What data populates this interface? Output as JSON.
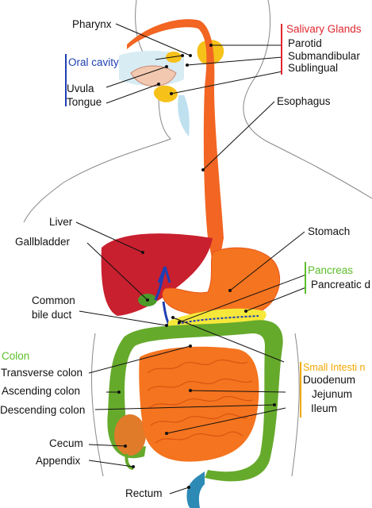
{
  "labels": {
    "pharynx": "Pharynx",
    "oral_cavity": "Oral cavity",
    "uvula": "Uvula",
    "tongue": "Tongue",
    "salivary_glands": "Salivary Glands",
    "parotid": "Parotid",
    "submandibular": "Submandibular",
    "sublingual": "Sublingual",
    "esophagus": "Esophagus",
    "liver": "Liver",
    "gallbladder": "Gallbladder",
    "stomach": "Stomach",
    "pancreas": "Pancreas",
    "pancreatic_duct": "Pancreatic d",
    "common_bile_duct_line1": "Common",
    "common_bile_duct_line2": "bile duct",
    "colon": "Colon",
    "transverse_colon": "Transverse colon",
    "ascending_colon": "Ascending colon",
    "descending_colon": "Descending colon",
    "small_intestine": "Small Intesti n",
    "duodenum": "Duodenum",
    "jejunum": "Jejunum",
    "ileum": "Ileum",
    "cecum": "Cecum",
    "appendix": "Appendix",
    "rectum": "Rectum"
  },
  "colors": {
    "salivary": "#e0272f",
    "oral": "#1f3fb3",
    "pancreas": "#5cbf2a",
    "small_intestine": "#f0a800",
    "esophagus": "#f26522",
    "liver": "#c8202f",
    "colon": "#66aa2c",
    "intestine": "#f5741f",
    "rectum": "#2d8ab5",
    "gland": "#f6c21a"
  }
}
